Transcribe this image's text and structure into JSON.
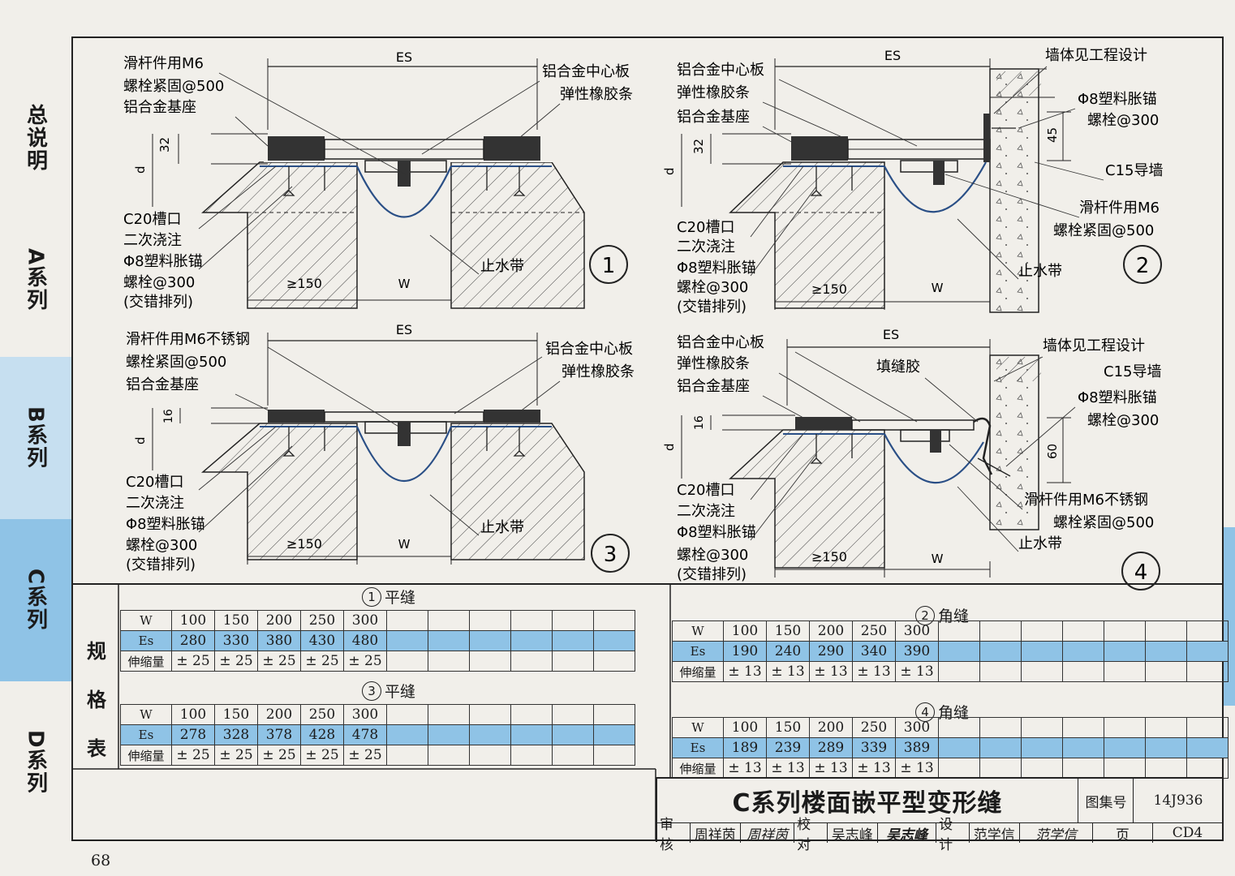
{
  "tabs": [
    {
      "label": "总说明",
      "active": false
    },
    {
      "label": "A系列",
      "active": false
    },
    {
      "label": "B系列",
      "active": false
    },
    {
      "label": "C系列",
      "active": true
    },
    {
      "label": "D系列",
      "active": false
    }
  ],
  "page_number": "68",
  "details": [
    {
      "number": "1",
      "es_label": "ES",
      "dims": {
        "d": "d",
        "h": "32",
        "min": "≥150",
        "w": "W"
      },
      "labels_left": [
        "滑杆件用M6",
        "螺栓紧固@500",
        "铝合金基座",
        "C20槽口",
        "二次浇注",
        "Φ8塑料胀锚",
        "螺栓@300",
        "(交错排列)"
      ],
      "labels_right": [
        "铝合金中心板",
        "弹性橡胶条",
        "止水带"
      ]
    },
    {
      "number": "2",
      "es_label": "ES",
      "dims": {
        "d": "d",
        "h": "32",
        "min": "≥150",
        "w": "W",
        "h2": "45"
      },
      "labels_left": [
        "铝合金中心板",
        "弹性橡胶条",
        "铝合金基座",
        "C20槽口",
        "二次浇注",
        "Φ8塑料胀锚",
        "螺栓@300",
        "(交错排列)"
      ],
      "labels_right": [
        "墙体见工程设计",
        "Φ8塑料胀锚",
        "螺栓@300",
        "C15导墙",
        "滑杆件用M6",
        "螺栓紧固@500",
        "止水带"
      ]
    },
    {
      "number": "3",
      "es_label": "ES",
      "dims": {
        "d": "d",
        "h": "16",
        "min": "≥150",
        "w": "W"
      },
      "labels_left": [
        "滑杆件用M6不锈钢",
        "螺栓紧固@500",
        "铝合金基座",
        "C20槽口",
        "二次浇注",
        "Φ8塑料胀锚",
        "螺栓@300",
        "(交错排列)"
      ],
      "labels_right": [
        "铝合金中心板",
        "弹性橡胶条",
        "止水带"
      ]
    },
    {
      "number": "4",
      "es_label": "ES",
      "dims": {
        "d": "d",
        "h": "16",
        "min": "≥150",
        "w": "W",
        "h2": "60"
      },
      "labels_left": [
        "铝合金中心板",
        "弹性橡胶条",
        "铝合金基座",
        "C20槽口",
        "二次浇注",
        "Φ8塑料胀锚",
        "螺栓@300",
        "(交错排列)"
      ],
      "labels_mid": [
        "填缝胶"
      ],
      "labels_right": [
        "墙体见工程设计",
        "C15导墙",
        "Φ8塑料胀锚",
        "螺栓@300",
        "滑杆件用M6不锈钢",
        "螺栓紧固@500",
        "止水带"
      ]
    }
  ],
  "spec_label": [
    "规",
    "格",
    "表"
  ],
  "spec_tables": [
    {
      "num": "1",
      "caption": "平缝",
      "rows": [
        {
          "head": "W",
          "values": [
            "100",
            "150",
            "200",
            "250",
            "300"
          ]
        },
        {
          "head": "Es",
          "values": [
            "280",
            "330",
            "380",
            "430",
            "480"
          ]
        },
        {
          "head": "伸缩量",
          "values": [
            "± 25",
            "± 25",
            "± 25",
            "± 25",
            "± 25"
          ]
        }
      ]
    },
    {
      "num": "3",
      "caption": "平缝",
      "rows": [
        {
          "head": "W",
          "values": [
            "100",
            "150",
            "200",
            "250",
            "300"
          ]
        },
        {
          "head": "Es",
          "values": [
            "278",
            "328",
            "378",
            "428",
            "478"
          ]
        },
        {
          "head": "伸缩量",
          "values": [
            "± 25",
            "± 25",
            "± 25",
            "± 25",
            "± 25"
          ]
        }
      ]
    },
    {
      "num": "2",
      "caption": "角缝",
      "rows": [
        {
          "head": "W",
          "values": [
            "100",
            "150",
            "200",
            "250",
            "300"
          ]
        },
        {
          "head": "Es",
          "values": [
            "190",
            "240",
            "290",
            "340",
            "390"
          ]
        },
        {
          "head": "伸缩量",
          "values": [
            "± 13",
            "± 13",
            "± 13",
            "± 13",
            "± 13"
          ]
        }
      ]
    },
    {
      "num": "4",
      "caption": "角缝",
      "rows": [
        {
          "head": "W",
          "values": [
            "100",
            "150",
            "200",
            "250",
            "300"
          ]
        },
        {
          "head": "Es",
          "values": [
            "189",
            "239",
            "289",
            "339",
            "389"
          ]
        },
        {
          "head": "伸缩量",
          "values": [
            "± 13",
            "± 13",
            "± 13",
            "± 13",
            "± 13"
          ]
        }
      ]
    }
  ],
  "title_block": {
    "title": "C系列楼面嵌平型变形缝",
    "atlas_label": "图集号",
    "atlas_number": "14J936",
    "page_label": "页",
    "page_code": "CD4",
    "review_label": "审核",
    "reviewer": "周祥茵",
    "reviewer_sig": "周祥茵",
    "check_label": "校对",
    "checker": "吴志峰",
    "checker_sig": "吴志峰",
    "design_label": "设计",
    "designer": "范学信",
    "designer_sig": "范学信"
  },
  "colors": {
    "tab_active": "#8fc3e6",
    "table_es_row": "#8fc3e6",
    "waterstop": "#2a4f86"
  }
}
